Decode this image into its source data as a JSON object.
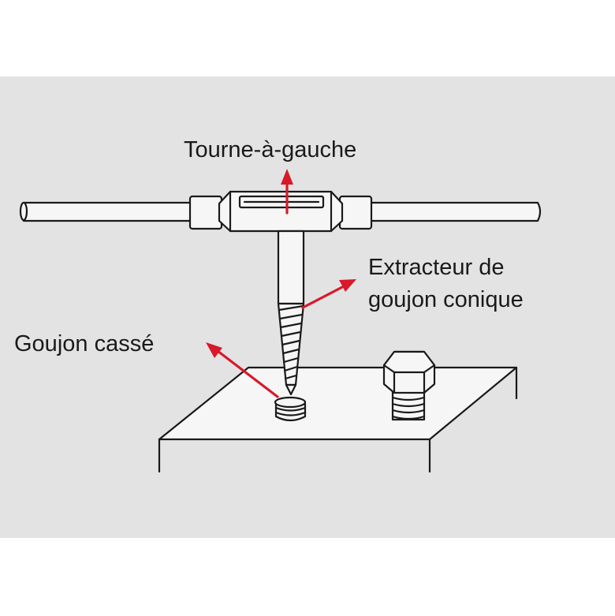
{
  "labels": {
    "tap_wrench": "Tourne-à-gauche",
    "extractor_line1": "Extracteur de",
    "extractor_line2": "goujon conique",
    "broken_stud": "Goujon cassé"
  },
  "colors": {
    "background": "#e3e3e3",
    "arrow": "#d8192a",
    "line": "#1a1a1a"
  }
}
